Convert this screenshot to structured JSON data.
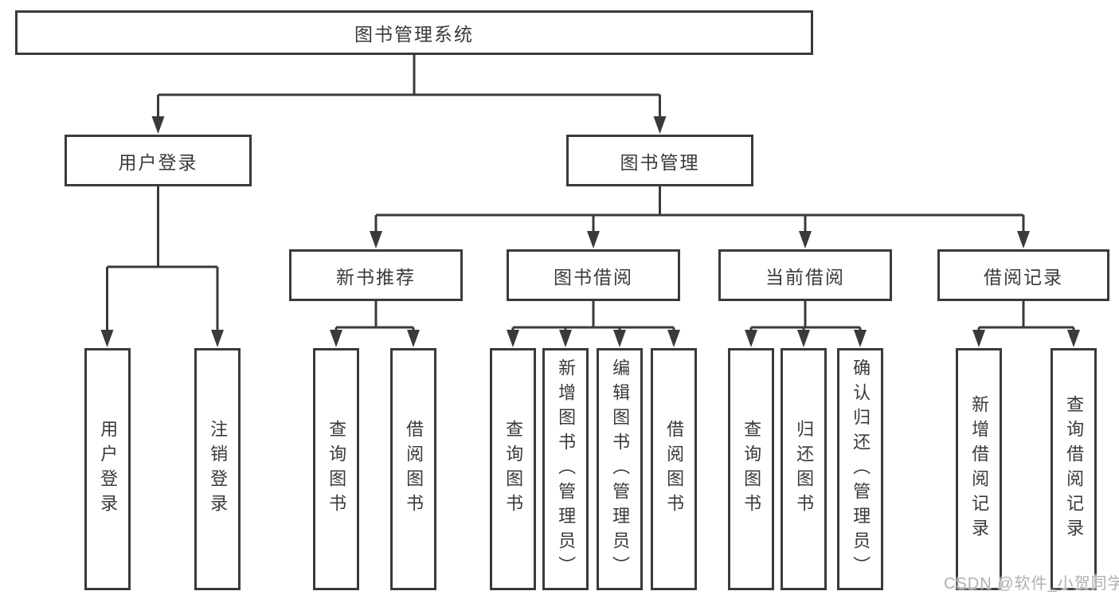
{
  "diagram": {
    "root": {
      "label": "图书管理系统"
    },
    "level2": {
      "user_login": {
        "label": "用户登录"
      },
      "book_management": {
        "label": "图书管理"
      }
    },
    "level3": {
      "new_book_recommend": {
        "label": "新书推荐"
      },
      "book_borrowing": {
        "label": "图书借阅"
      },
      "current_borrowing": {
        "label": "当前借阅"
      },
      "borrowing_records": {
        "label": "借阅记录"
      }
    },
    "level4": {
      "user_login": {
        "label": "用户登录"
      },
      "logout": {
        "label": "注销登录"
      },
      "query_books_recommend": {
        "label": "查询图书"
      },
      "borrow_books_recommend": {
        "label": "借阅图书"
      },
      "query_books_borrowing": {
        "label": "查询图书"
      },
      "add_books_admin": {
        "label": "新增图书（管理员）"
      },
      "edit_books_admin": {
        "label": "编辑图书（管理员）"
      },
      "borrow_books_borrowing": {
        "label": "借阅图书"
      },
      "query_books_current": {
        "label": "查询图书"
      },
      "return_books": {
        "label": "归还图书"
      },
      "confirm_return_admin": {
        "label": "确认归还（管理员）"
      },
      "add_borrow_record": {
        "label": "新增借阅记录"
      },
      "query_borrow_record": {
        "label": "查询借阅记录"
      }
    },
    "colors": {
      "line": "#3a3a3a",
      "text": "#3a3a3a",
      "box_background": "#ffffff",
      "background": "#ffffff",
      "watermark": "#b0b0b0"
    }
  },
  "watermark": {
    "text": "CSDN @软件_小贺同学"
  }
}
